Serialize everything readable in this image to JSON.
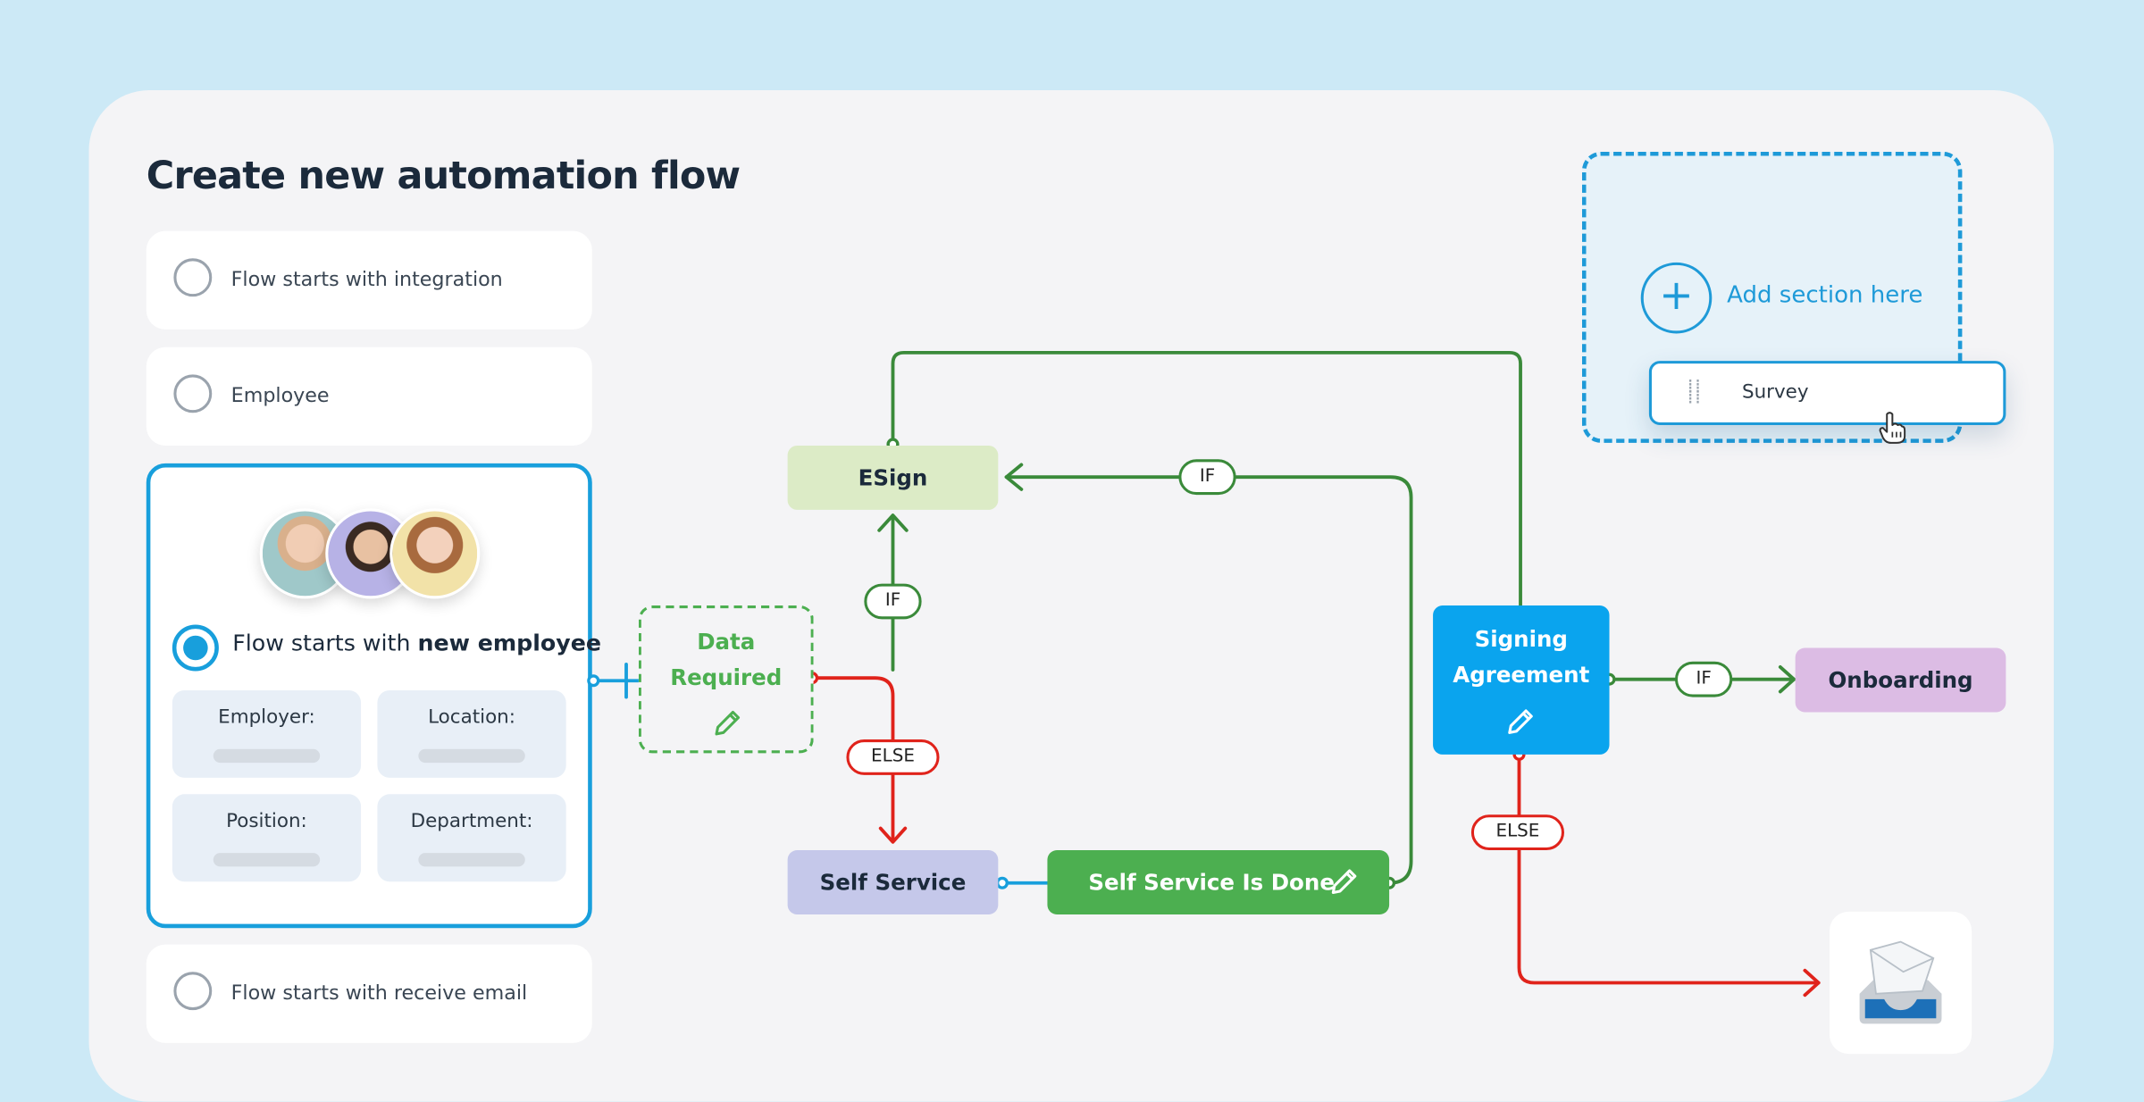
{
  "page": {
    "title": "Create new automation flow"
  },
  "sidebar": {
    "option_integration": "Flow starts with integration",
    "option_employee": "Employee",
    "option_new_employee_prefix": "Flow starts with ",
    "option_new_employee_bold": "new employee",
    "option_receive_email": "Flow starts with receive email",
    "fields": {
      "employer": "Employer:",
      "location": "Location:",
      "position": "Position:",
      "department": "Department:"
    }
  },
  "flow": {
    "esign": "ESign",
    "data_required": "Data Required",
    "self_service": "Self Service",
    "self_service_done": "Self Service Is Done",
    "signing_agreement": "Signing Agreement",
    "onboarding": "Onboarding",
    "if_label": "IF",
    "else_label": "ELSE"
  },
  "drop_zone": {
    "add_section": "Add section here",
    "survey": "Survey"
  },
  "colors": {
    "accent_blue": "#189fdc",
    "green": "#3a8a3a",
    "red": "#e0231b",
    "esign_bg": "#dcebc6",
    "self_service_bg": "#c5c8ea",
    "done_bg": "#4caf50",
    "signing_bg": "#0aa4ee",
    "onboarding_bg": "#dcbce4"
  },
  "icons": [
    "pencil-icon",
    "plus-icon",
    "drag-handle-icon",
    "hand-cursor-icon",
    "mail-inbox-icon"
  ]
}
